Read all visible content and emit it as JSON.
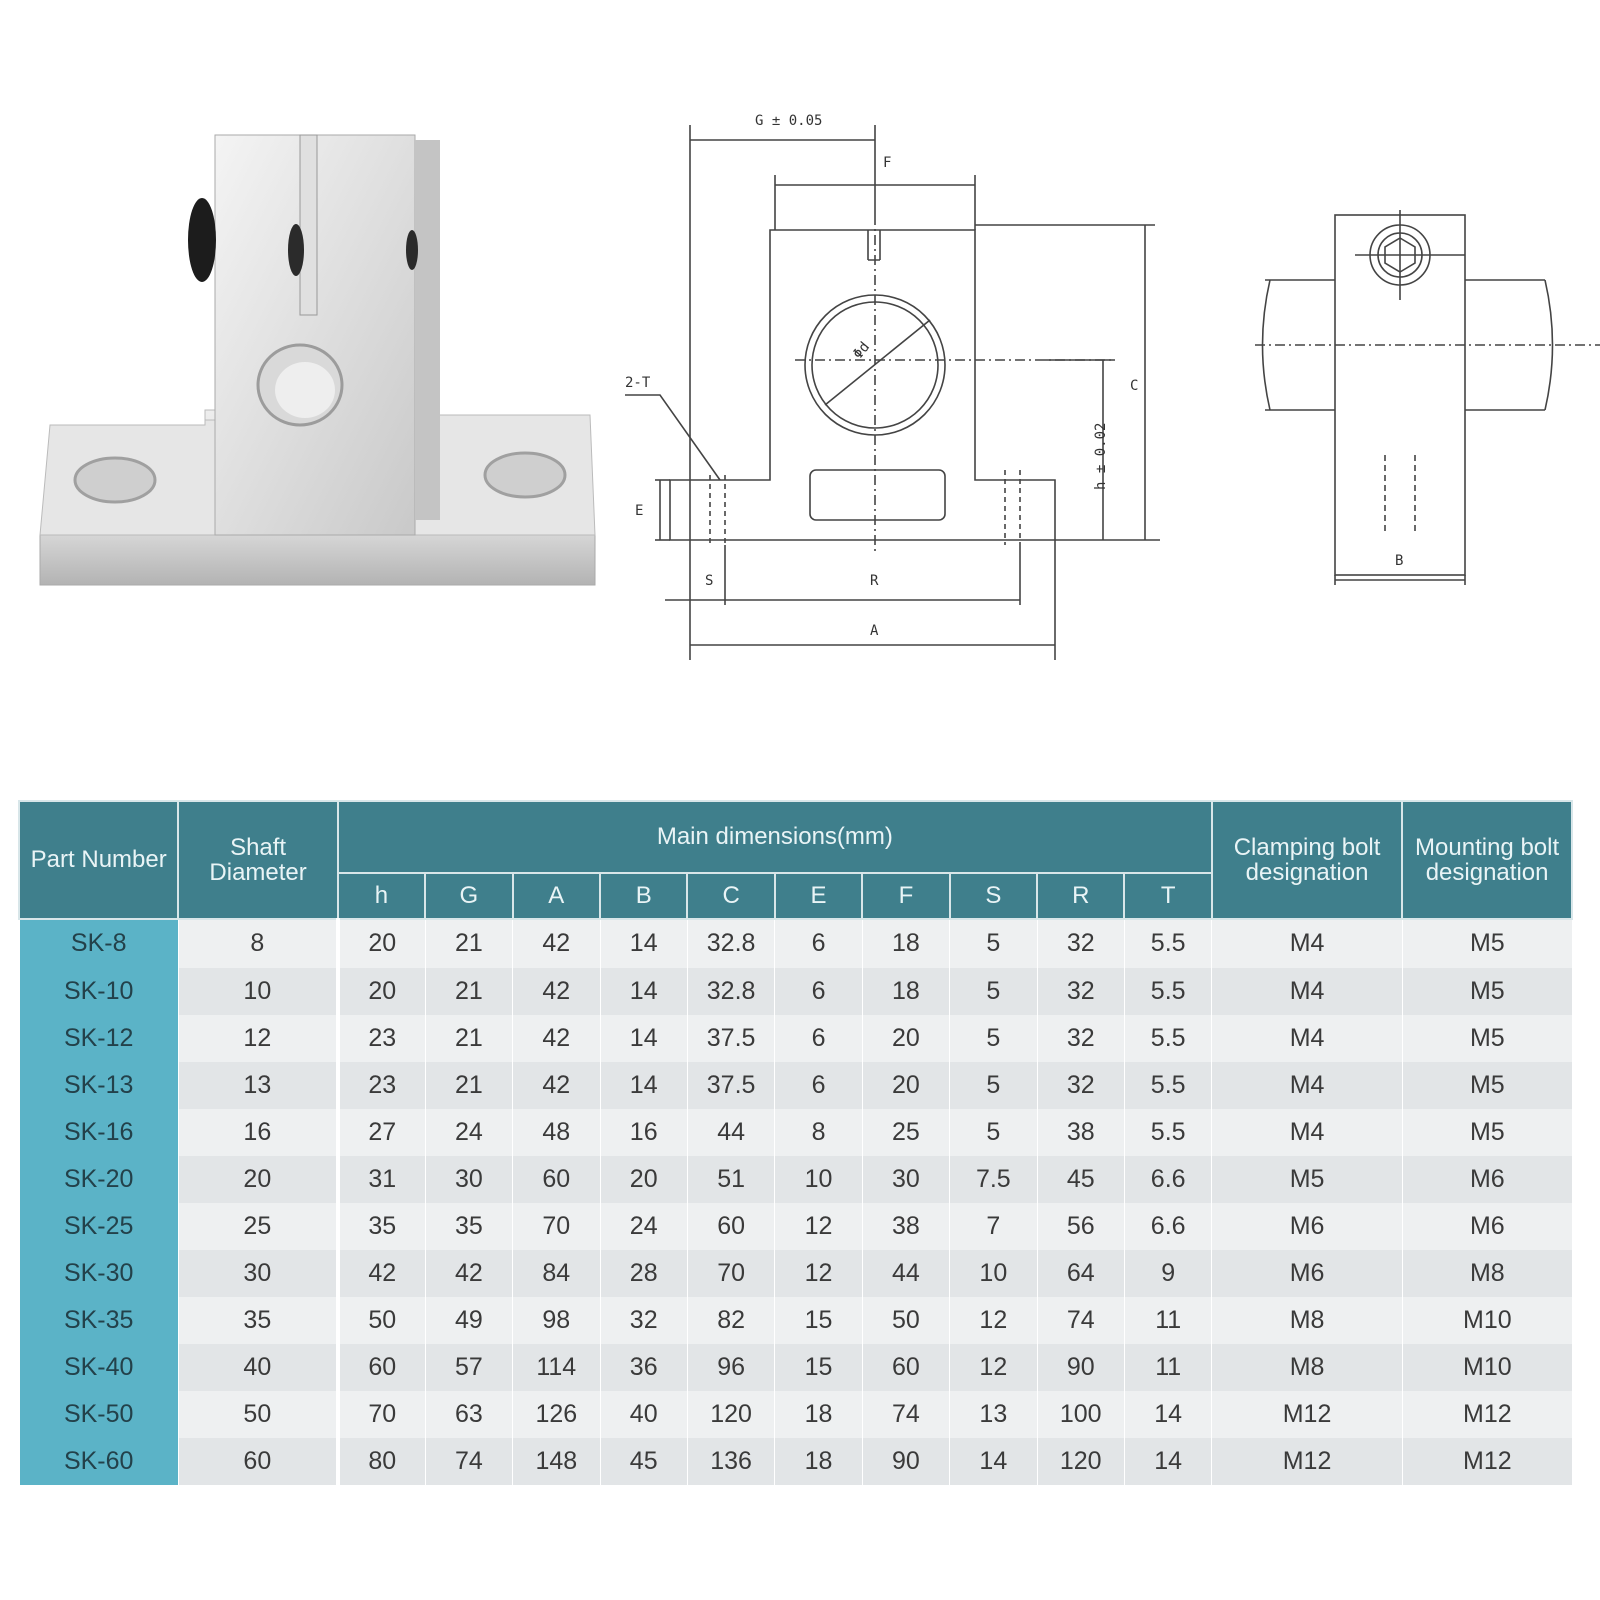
{
  "drawing": {
    "front_labels": {
      "g": "G ± 0.05",
      "f": "F",
      "c": "C",
      "h": "h ± 0.02",
      "phi": "Φd",
      "t": "2-T",
      "e": "E",
      "s": "S",
      "r": "R",
      "a": "A"
    },
    "side_labels": {
      "b": "B"
    }
  },
  "table": {
    "header": {
      "part_number": "Part Number",
      "shaft_diameter": "Shaft Diameter",
      "main_dimensions": "Main dimensions(mm)",
      "clamping": "Clamping bolt designation",
      "mounting": "Mounting bolt designation",
      "dims": [
        "h",
        "G",
        "A",
        "B",
        "C",
        "E",
        "F",
        "S",
        "R",
        "T"
      ]
    },
    "rows": [
      [
        "SK-8",
        "8",
        "20",
        "21",
        "42",
        "14",
        "32.8",
        "6",
        "18",
        "5",
        "32",
        "5.5",
        "M4",
        "M5"
      ],
      [
        "SK-10",
        "10",
        "20",
        "21",
        "42",
        "14",
        "32.8",
        "6",
        "18",
        "5",
        "32",
        "5.5",
        "M4",
        "M5"
      ],
      [
        "SK-12",
        "12",
        "23",
        "21",
        "42",
        "14",
        "37.5",
        "6",
        "20",
        "5",
        "32",
        "5.5",
        "M4",
        "M5"
      ],
      [
        "SK-13",
        "13",
        "23",
        "21",
        "42",
        "14",
        "37.5",
        "6",
        "20",
        "5",
        "32",
        "5.5",
        "M4",
        "M5"
      ],
      [
        "SK-16",
        "16",
        "27",
        "24",
        "48",
        "16",
        "44",
        "8",
        "25",
        "5",
        "38",
        "5.5",
        "M4",
        "M5"
      ],
      [
        "SK-20",
        "20",
        "31",
        "30",
        "60",
        "20",
        "51",
        "10",
        "30",
        "7.5",
        "45",
        "6.6",
        "M5",
        "M6"
      ],
      [
        "SK-25",
        "25",
        "35",
        "35",
        "70",
        "24",
        "60",
        "12",
        "38",
        "7",
        "56",
        "6.6",
        "M6",
        "M6"
      ],
      [
        "SK-30",
        "30",
        "42",
        "42",
        "84",
        "28",
        "70",
        "12",
        "44",
        "10",
        "64",
        "9",
        "M6",
        "M8"
      ],
      [
        "SK-35",
        "35",
        "50",
        "49",
        "98",
        "32",
        "82",
        "15",
        "50",
        "12",
        "74",
        "11",
        "M8",
        "M10"
      ],
      [
        "SK-40",
        "40",
        "60",
        "57",
        "114",
        "36",
        "96",
        "15",
        "60",
        "12",
        "90",
        "11",
        "M8",
        "M10"
      ],
      [
        "SK-50",
        "50",
        "70",
        "63",
        "126",
        "40",
        "120",
        "18",
        "74",
        "13",
        "100",
        "14",
        "M12",
        "M12"
      ],
      [
        "SK-60",
        "60",
        "80",
        "74",
        "148",
        "45",
        "136",
        "18",
        "90",
        "14",
        "120",
        "14",
        "M12",
        "M12"
      ]
    ]
  }
}
